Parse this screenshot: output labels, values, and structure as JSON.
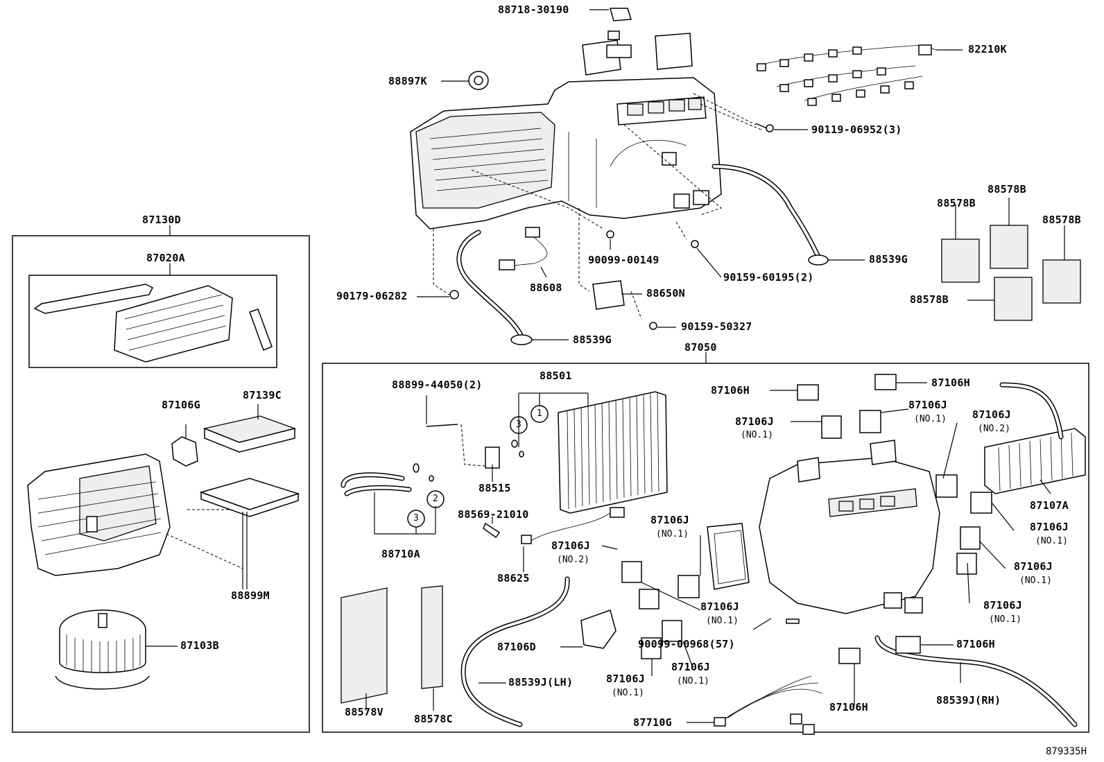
{
  "diagram_id": "879335H",
  "labels": {
    "p88718_30190": "88718-30190",
    "p82210K": "82210K",
    "p88897K": "88897K",
    "p90119_06952": "90119-06952(3)",
    "p87130D": "87130D",
    "p87020A": "87020A",
    "p88578B_a": "88578B",
    "p88578B_b": "88578B",
    "p88578B_c": "88578B",
    "p88578B_d": "88578B",
    "p88539G_a": "88539G",
    "p90099_00149": "90099-00149",
    "p90159_60195": "90159-60195(2)",
    "p88608": "88608",
    "p88650N": "88650N",
    "p90179_06282": "90179-06282",
    "p90159_50327": "90159-50327",
    "p88539G_b": "88539G",
    "p87050": "87050",
    "p88899_44050": "88899-44050(2)",
    "p88501": "88501",
    "p87106H_a": "87106H",
    "p87106H_b": "87106H",
    "p87106J_a": "87106J",
    "p87106J_b": "87106J",
    "p87106J_c": "87106J",
    "p87106G": "87106G",
    "p87139C": "87139C",
    "p88515": "88515",
    "p88569_21010": "88569-21010",
    "p88710A": "88710A",
    "p87107A": "87107A",
    "p87106J_d": "87106J",
    "p87106J_e": "87106J",
    "p87106J_f": "87106J",
    "p87106J_g": "87106J",
    "p87106J_h": "87106J",
    "p87106J_i": "87106J",
    "p87106J_j": "87106J",
    "p87106J_k": "87106J",
    "p88625": "88625",
    "p88899M": "88899M",
    "p87106D": "87106D",
    "p90099_00968": "90099-00968(57)",
    "p87106H_c": "87106H",
    "p87103B": "87103B",
    "p88539J_LH": "88539J(LH)",
    "p87106H_d": "87106H",
    "p88539J_RH": "88539J(RH)",
    "p88578V": "88578V",
    "p88578C": "88578C",
    "p87710G": "87710G"
  },
  "notes": {
    "n87106J_a": "(NO.1)",
    "n87106J_b": "(NO.1)",
    "n87106J_c": "(NO.2)",
    "n87106J_d": "(NO.1)",
    "n87106J_e": "(NO.2)",
    "n87106J_f": "(NO.1)",
    "n87106J_g": "(NO.1)",
    "n87106J_h": "(NO.1)",
    "n87106J_i": "(NO.1)",
    "n87106J_j": "(NO.1)",
    "n87106J_k": "(NO.1)"
  },
  "callouts": {
    "c1": "1",
    "c2": "2",
    "c3a": "3",
    "c3b": "3"
  }
}
